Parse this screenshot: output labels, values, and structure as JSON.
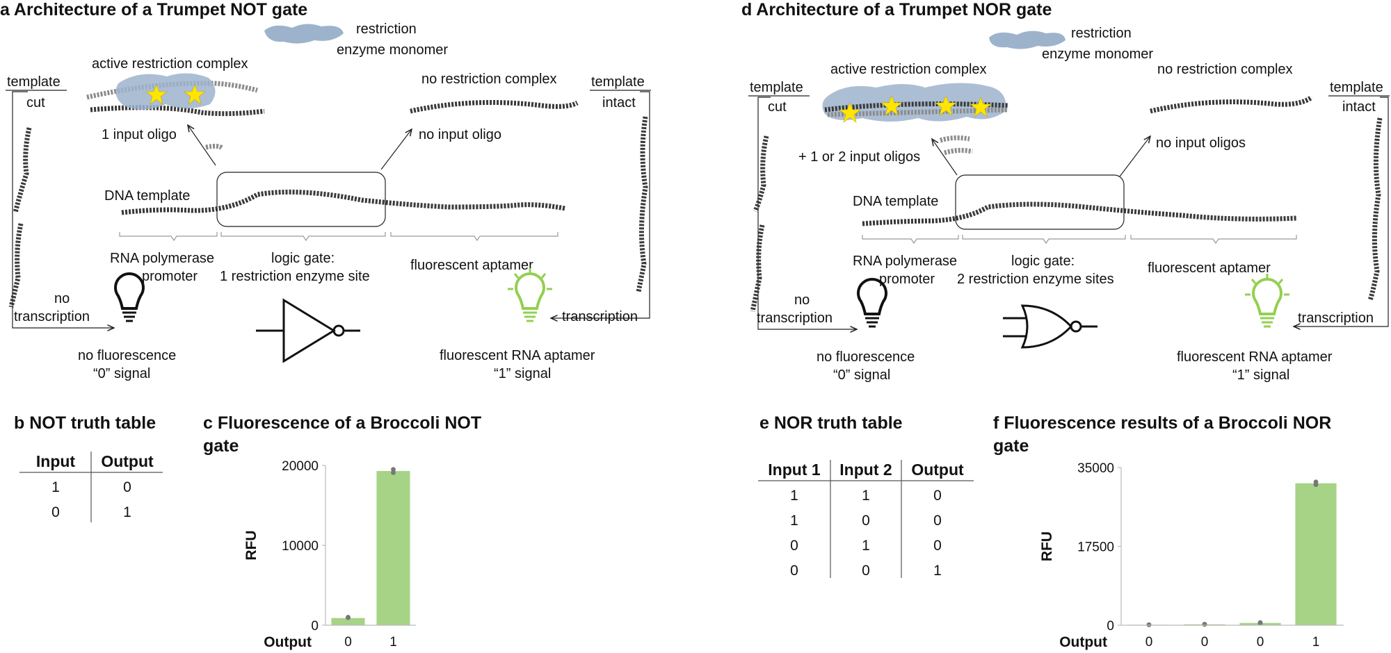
{
  "colors": {
    "dna": "#3a3a3a",
    "dna_light": "#8c8c8c",
    "enzyme": "#9db3cc",
    "star": "#ffe600",
    "aptamer_green": "#a6d386",
    "bulb_on": "#92d050",
    "point": "#777777"
  },
  "panel_a": {
    "heading": "a Architecture of a Trumpet NOT gate",
    "enzyme_monomer": [
      "restriction",
      "enzyme monomer"
    ],
    "active_complex": "active restriction complex",
    "no_complex": "no restriction complex",
    "template_cut": [
      "template",
      "cut"
    ],
    "template_intact": [
      "template",
      "intact"
    ],
    "input_oligo": "1 input oligo",
    "no_input_oligo": "no input oligo",
    "dna_template": "DNA template",
    "promoter": [
      "RNA polymerase",
      "promoter"
    ],
    "logic_gate": [
      "logic gate:",
      "1 restriction enzyme site"
    ],
    "fluorescent_aptamer": "fluorescent aptamer",
    "no_transcription": [
      "no",
      "transcription"
    ],
    "transcription": "transcription",
    "no_fluorescence": [
      "no fluorescence",
      "“0” signal"
    ],
    "fluorescent_rna": [
      "fluorescent RNA aptamer",
      "“1” signal"
    ],
    "icons": [
      "bulb-off-icon",
      "not-gate-icon",
      "bulb-on-icon"
    ]
  },
  "panel_d": {
    "heading": "d Architecture of a Trumpet NOR gate",
    "enzyme_monomer": [
      "restriction",
      "enzyme monomer"
    ],
    "active_complex": "active restriction complex",
    "no_complex": "no restriction complex",
    "template_cut": [
      "template",
      "cut"
    ],
    "template_intact": [
      "template",
      "intact"
    ],
    "input_oligo": "+ 1 or 2 input oligos",
    "no_input_oligo": "no input oligos",
    "dna_template": "DNA template",
    "promoter": [
      "RNA polymerase",
      "promoter"
    ],
    "logic_gate": [
      "logic gate:",
      "2 restriction enzyme sites"
    ],
    "fluorescent_aptamer": "fluorescent aptamer",
    "no_transcription": [
      "no",
      "transcription"
    ],
    "transcription": "transcription",
    "no_fluorescence": [
      "no fluorescence",
      "“0” signal"
    ],
    "fluorescent_rna": [
      "fluorescent RNA aptamer",
      "“1” signal"
    ],
    "icons": [
      "bulb-off-icon",
      "nor-gate-icon",
      "bulb-on-icon"
    ]
  },
  "panel_b": {
    "heading": "b NOT truth table",
    "headers": [
      "Input",
      "Output"
    ],
    "rows": [
      [
        "1",
        "0"
      ],
      [
        "0",
        "1"
      ]
    ]
  },
  "panel_e": {
    "heading": "e NOR truth table",
    "headers": [
      "Input 1",
      "Input 2",
      "Output"
    ],
    "rows": [
      [
        "1",
        "1",
        "0"
      ],
      [
        "1",
        "0",
        "0"
      ],
      [
        "0",
        "1",
        "0"
      ],
      [
        "0",
        "0",
        "1"
      ]
    ]
  },
  "chart_data": [
    {
      "type": "bar",
      "title": "c Fluorescence of a Broccoli NOT gate",
      "ylabel": "RFU",
      "xlabel": "Output",
      "categories": [
        "0",
        "1"
      ],
      "values": [
        900,
        19300
      ],
      "points": [
        [
          950,
          1000
        ],
        [
          19100,
          19500
        ]
      ],
      "ylim": [
        0,
        20000
      ],
      "yticks": [
        0,
        10000,
        20000
      ],
      "ytick_labels": [
        "0",
        "10000",
        "20000"
      ],
      "grid": false,
      "bar_color": "#a6d386"
    },
    {
      "type": "bar",
      "title": "f Fluorescence results of a Broccoli NOR gate",
      "ylabel": "RFU",
      "xlabel": "Output",
      "categories": [
        "0",
        "0",
        "0",
        "1"
      ],
      "values": [
        100,
        200,
        500,
        31500
      ],
      "points": [
        [
          100,
          120
        ],
        [
          180,
          220
        ],
        [
          450,
          600
        ],
        [
          31200,
          31800
        ]
      ],
      "ylim": [
        0,
        35000
      ],
      "yticks": [
        0,
        17500,
        35000
      ],
      "ytick_labels": [
        "0",
        "17500",
        "35000"
      ],
      "grid": false,
      "bar_color": "#a6d386"
    }
  ]
}
